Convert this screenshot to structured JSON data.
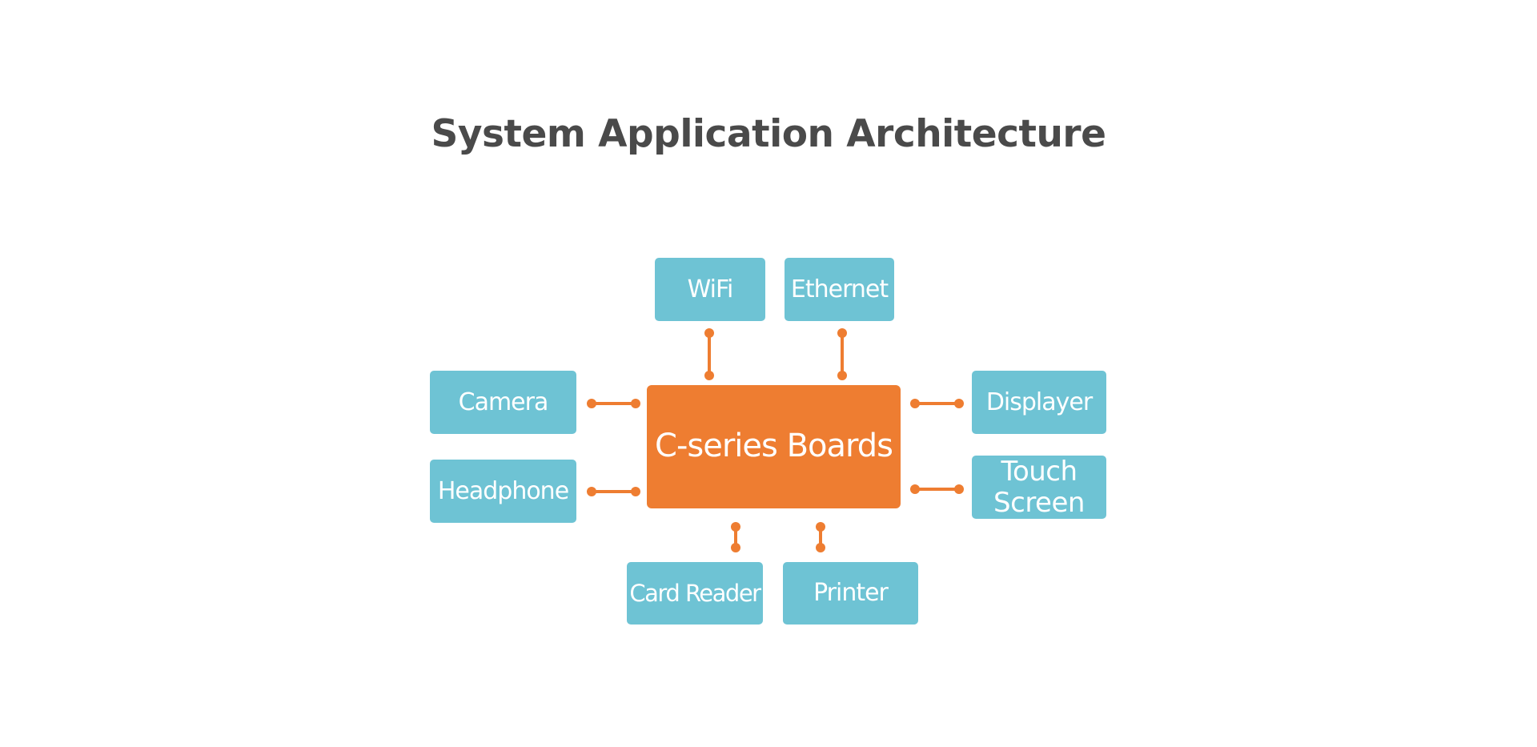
{
  "diagram": {
    "title": "System Application Architecture",
    "center_label": "C-series Boards",
    "peripherals": {
      "wifi": "WiFi",
      "ethernet": "Ethernet",
      "camera": "Camera",
      "headphone": "Headphone",
      "displayer": "Displayer",
      "touch_screen": "Touch\nScreen",
      "card_reader": "Card Reader",
      "printer": "Printer"
    }
  },
  "colors": {
    "title_text": "#4a4a4a",
    "peripheral_fill": "#6ec3d4",
    "center_fill": "#ee7d31",
    "connector": "#ee7d31",
    "box_text": "#ffffff"
  }
}
